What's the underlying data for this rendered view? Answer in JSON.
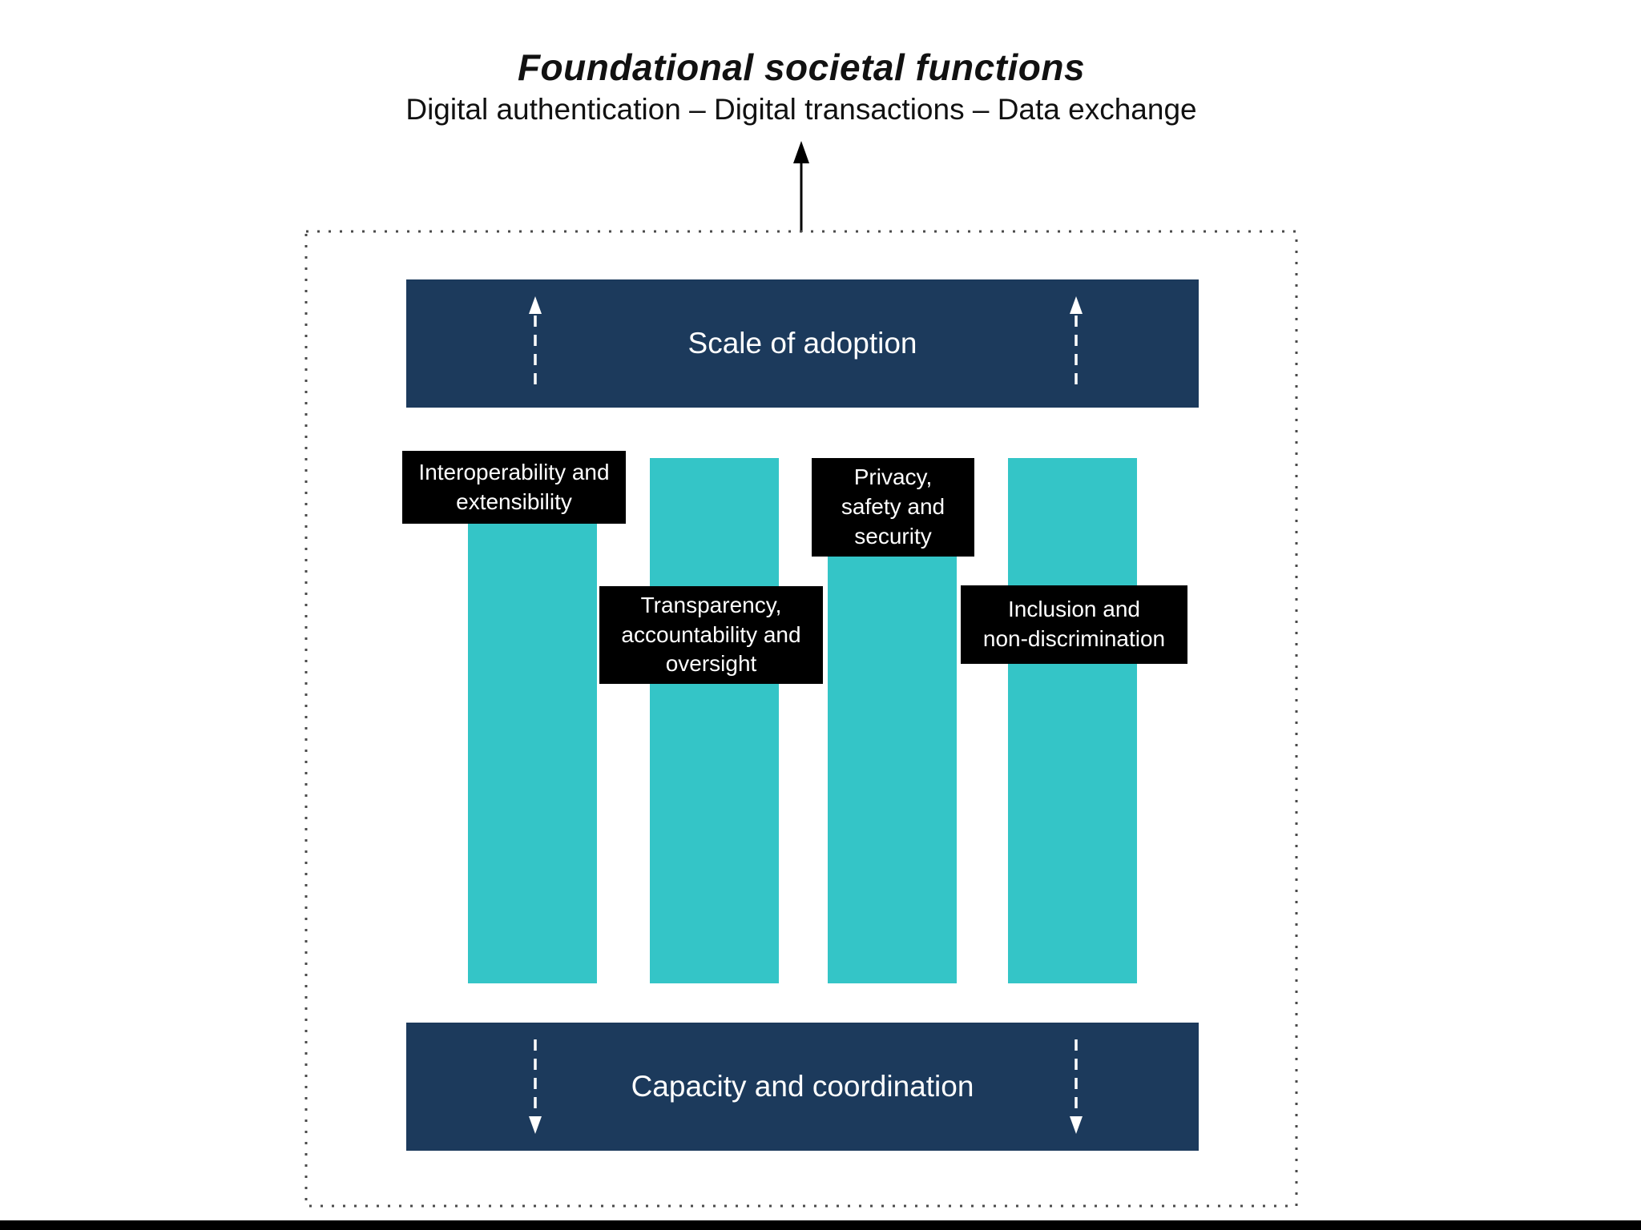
{
  "header": {
    "title": "Foundational societal functions",
    "subtitle": "Digital authentication – Digital transactions – Data exchange"
  },
  "framework": {
    "top_bar": {
      "label": "Scale of adoption"
    },
    "bottom_bar": {
      "label": "Capacity and coordination"
    },
    "pillars": [
      {
        "label": "Interoperability and\nextensibility"
      },
      {
        "label": "Transparency,\naccountability and\noversight"
      },
      {
        "label": "Privacy,\nsafety and\nsecurity"
      },
      {
        "label": "Inclusion and\nnon-discrimination"
      }
    ]
  },
  "icons": {
    "flow_arrow": "solid-up-arrow",
    "top_bar_arrows": "dashed-up-arrow",
    "bottom_bar_arrows": "dashed-down-arrow"
  },
  "colors": {
    "navy": "#1c3a5c",
    "teal": "#34c5c7",
    "label_bg": "#000000",
    "label_text": "#ffffff",
    "border_dots": "#4a4a4a"
  }
}
